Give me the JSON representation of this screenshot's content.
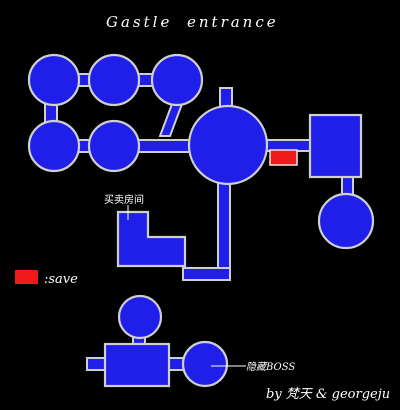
{
  "map": {
    "title_left": "Gastle",
    "title_right": "entrance",
    "shop_label": "买卖房间",
    "hidden_boss_label": "隐藏BOSS",
    "save_legend_text": ":save",
    "credit": "by 梵天 & georgeju"
  },
  "colors": {
    "background": "#000000",
    "room_fill": "#1f1fe9",
    "room_outline": "#cfcfcf",
    "save_marker": "#ef1a1a",
    "text": "#ffffff"
  }
}
